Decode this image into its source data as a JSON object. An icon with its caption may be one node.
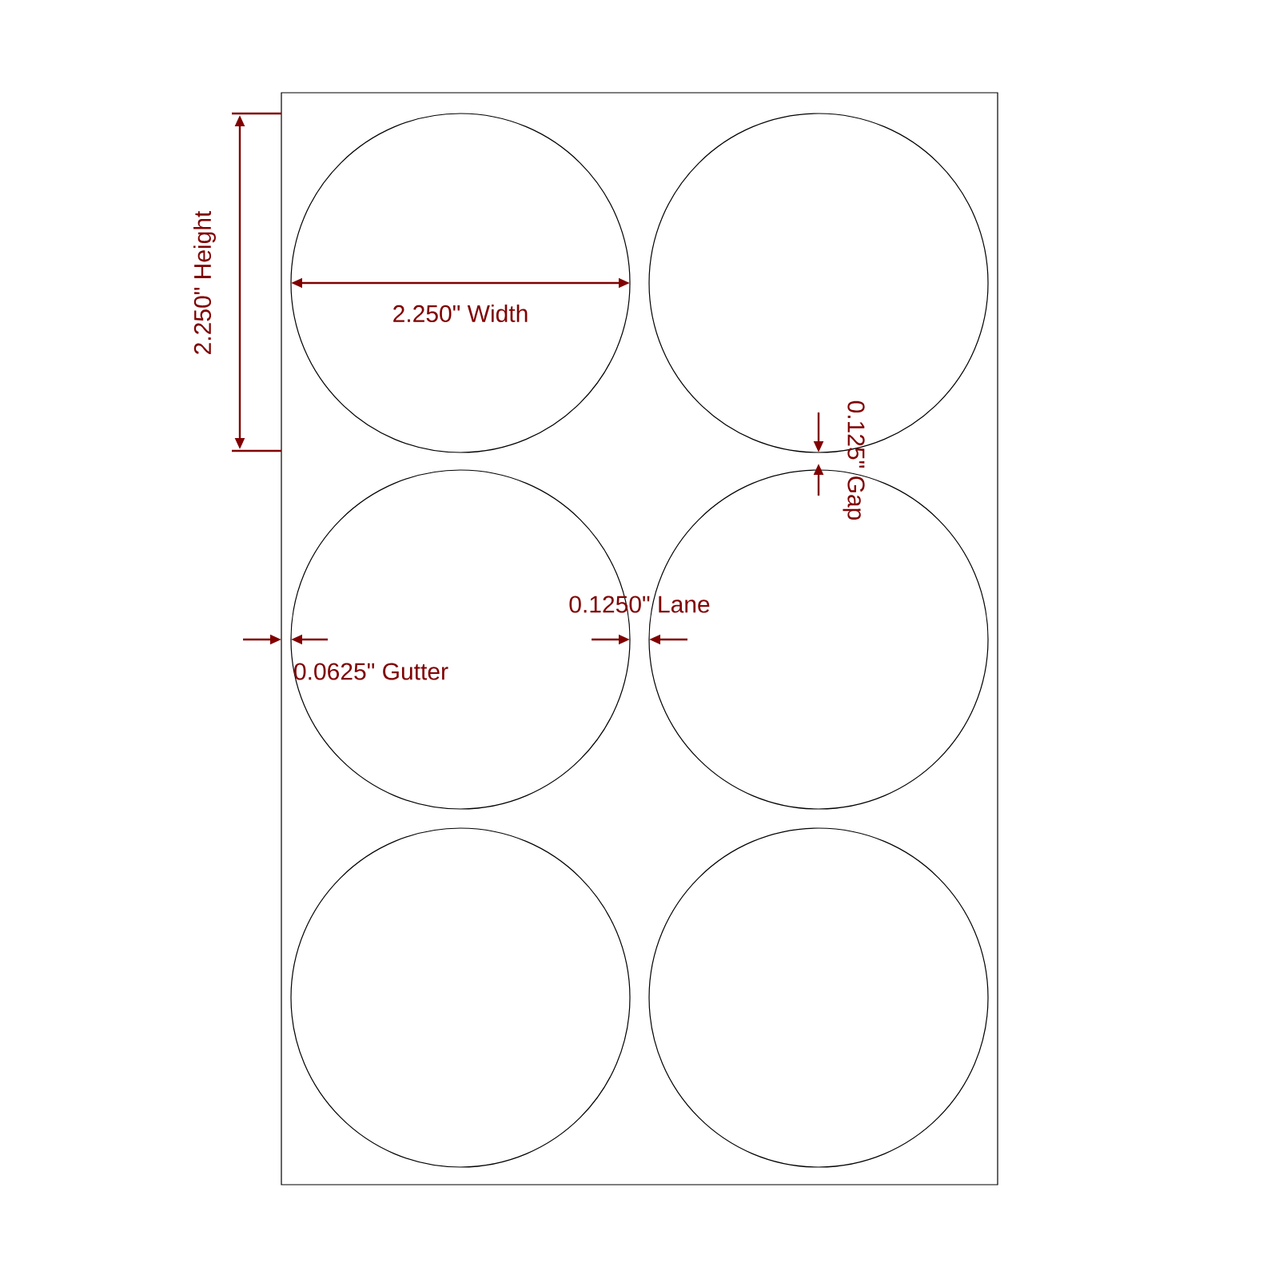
{
  "diagram": {
    "nodes": [
      {
        "text": [],
        "shape": "box"
      },
      {
        "text": [],
        "shape": "circle",
        "in": 0
      },
      {
        "text": [],
        "shape": "circle",
        "in": 0
      },
      {
        "text": [],
        "shape": "circle",
        "in": 0
      },
      {
        "text": [],
        "shape": "circle",
        "in": 0
      },
      {
        "text": [],
        "shape": "circle",
        "in": 0
      },
      {
        "text": [],
        "shape": "circle",
        "in": 0
      }
    ],
    "edges": [],
    "labels": [
      "2.250\" Height",
      "2.250\" Width",
      "0.125\" Gap",
      "0.1250\" Lane",
      "0.0625\" Gutter"
    ]
  }
}
